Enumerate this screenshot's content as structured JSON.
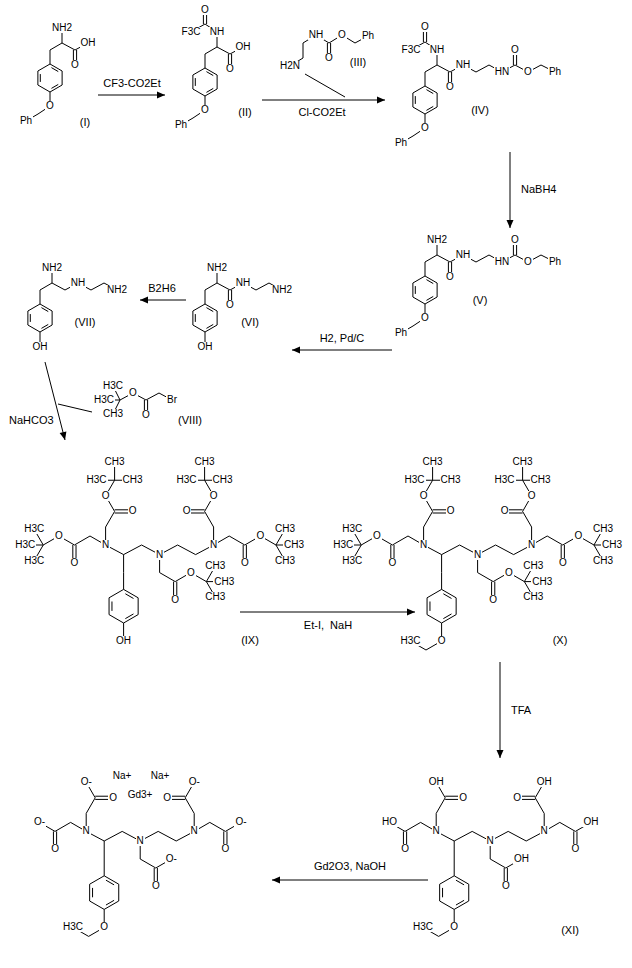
{
  "diagram": {
    "labels": [
      "NH2",
      "O",
      "OH",
      "O",
      "Ph",
      "(I)",
      "CF3-CO2Et",
      "O",
      "F3C",
      "NH",
      "O",
      "OH",
      "O",
      "Ph",
      "(II)",
      "Cl-CO2Et",
      "H2N",
      "NH",
      "O",
      "O",
      "Ph",
      "(III)",
      "NH",
      "O",
      "F3C",
      "O",
      "NH",
      "HN",
      "O",
      "O",
      "Ph",
      "O",
      "Ph",
      "(IV)",
      "NaBH4",
      "NH2",
      "O",
      "NH",
      "HN",
      "O",
      "O",
      "Ph",
      "O",
      "Ph",
      "(V)",
      "H2, Pd/C",
      "NH2",
      "O",
      "NH",
      "NH2",
      "OH",
      "(VI)",
      "B2H6",
      "NH2",
      "NH",
      "NH2",
      "OH",
      "(VII)",
      "H3C",
      "H3C",
      "CH3",
      "O",
      "O",
      "Br",
      "(VIII)",
      "NaHCO3",
      "N",
      "N",
      "N",
      "O",
      "O",
      "H3C",
      "H3C",
      "H3C",
      "O",
      "O",
      "H3C",
      "CH3",
      "CH3",
      "O",
      "O",
      "H3C",
      "CH3",
      "CH3",
      "O",
      "O",
      "CH3",
      "CH3",
      "CH3",
      "O",
      "O",
      "CH3",
      "CH3",
      "CH3",
      "OH",
      "(IX)",
      "Et-I,  NaH",
      "N",
      "N",
      "N",
      "O",
      "O",
      "H3C",
      "H3C",
      "H3C",
      "O",
      "O",
      "H3C",
      "CH3",
      "CH3",
      "O",
      "O",
      "H3C",
      "CH3",
      "CH3",
      "O",
      "O",
      "CH3",
      "CH3",
      "CH3",
      "O",
      "O",
      "CH3",
      "CH3",
      "CH3",
      "O",
      "H3C",
      "(X)",
      "TFA",
      "N",
      "N",
      "N",
      "O",
      "HO",
      "O",
      "OH",
      "O",
      "OH",
      "O",
      "OH",
      "O",
      "OH",
      "O",
      "H3C",
      "(XI)",
      "Gd2O3, NaOH",
      "Na+",
      "Na+",
      "Gd3+",
      "N",
      "N",
      "N",
      "O",
      "O-",
      "O",
      "O-",
      "O",
      "O-",
      "O",
      "O-",
      "O",
      "O-",
      "O",
      "H3C"
    ]
  }
}
